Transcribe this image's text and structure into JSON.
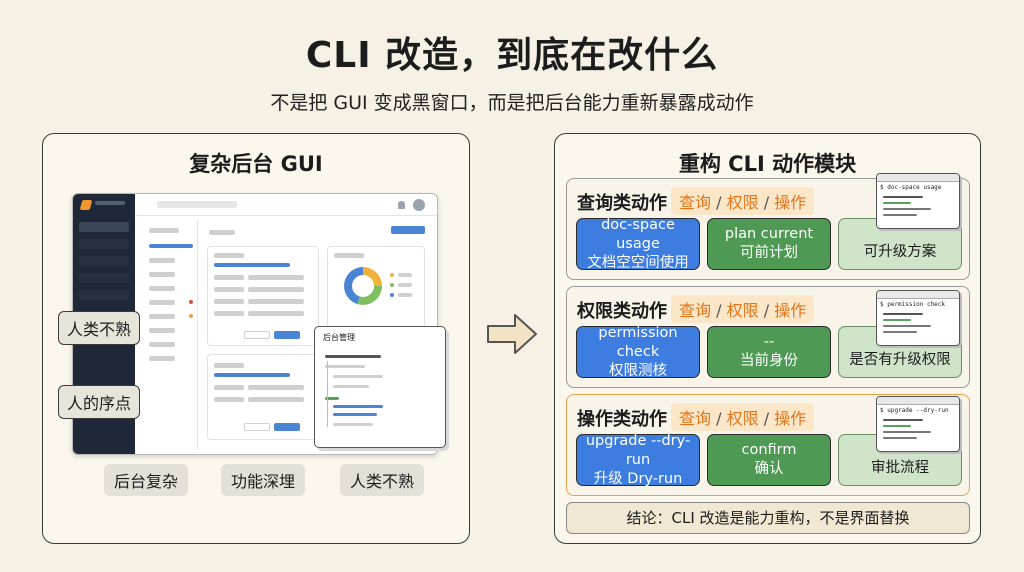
{
  "header": {
    "title": "CLI 改造，到底在改什么",
    "subtitle": "不是把 GUI 变成黑窗口，而是把后台能力重新暴露成动作"
  },
  "left_panel": {
    "title": "复杂后台 GUI",
    "popup_title": "后台管理",
    "side_tags": [
      "人类不熟",
      "人的序点"
    ],
    "bottom_tags": [
      "后台复杂",
      "功能深埋",
      "人类不熟"
    ]
  },
  "right_panel": {
    "title": "重构 CLI 动作模块",
    "chips": [
      "查询",
      "权限",
      "操作"
    ],
    "chip_separator": "/",
    "sections": [
      {
        "title": "查询类动作",
        "terminal": "$ doc-space usage",
        "actions": [
          {
            "line1": "doc-space usage",
            "line2": "文档空空间使用"
          },
          {
            "line1": "plan current",
            "line2": "可前计划"
          },
          {
            "line1": "",
            "line2": "可升级方案"
          }
        ]
      },
      {
        "title": "权限类动作",
        "terminal": "$ permission check",
        "actions": [
          {
            "line1": "permission check",
            "line2": "权限测核"
          },
          {
            "line1": "--",
            "line2": "当前身份"
          },
          {
            "line1": "",
            "line2": "是否有升级权限"
          }
        ]
      },
      {
        "title": "操作类动作",
        "terminal": "$ upgrade --dry-run",
        "actions": [
          {
            "line1": "upgrade --dry-run",
            "line2": "升级 Dry-run"
          },
          {
            "line1": "confirm",
            "line2": "确认"
          },
          {
            "line1": "",
            "line2": "审批流程"
          }
        ]
      }
    ],
    "conclusion": "结论：CLI 改造是能力重构，不是界面替换"
  },
  "colors": {
    "background": "#f6f1e4",
    "blue_action": "#3d7de0",
    "green_action": "#4e9a55",
    "light_green_action": "#cfe4c8",
    "chip_text": "#e0761c",
    "chip_bg": "#fbe6c8",
    "sidebar": "#1e2838"
  },
  "icons": [
    "arrow-right-icon",
    "logo-icon",
    "donut-chart-icon",
    "terminal-icon"
  ]
}
